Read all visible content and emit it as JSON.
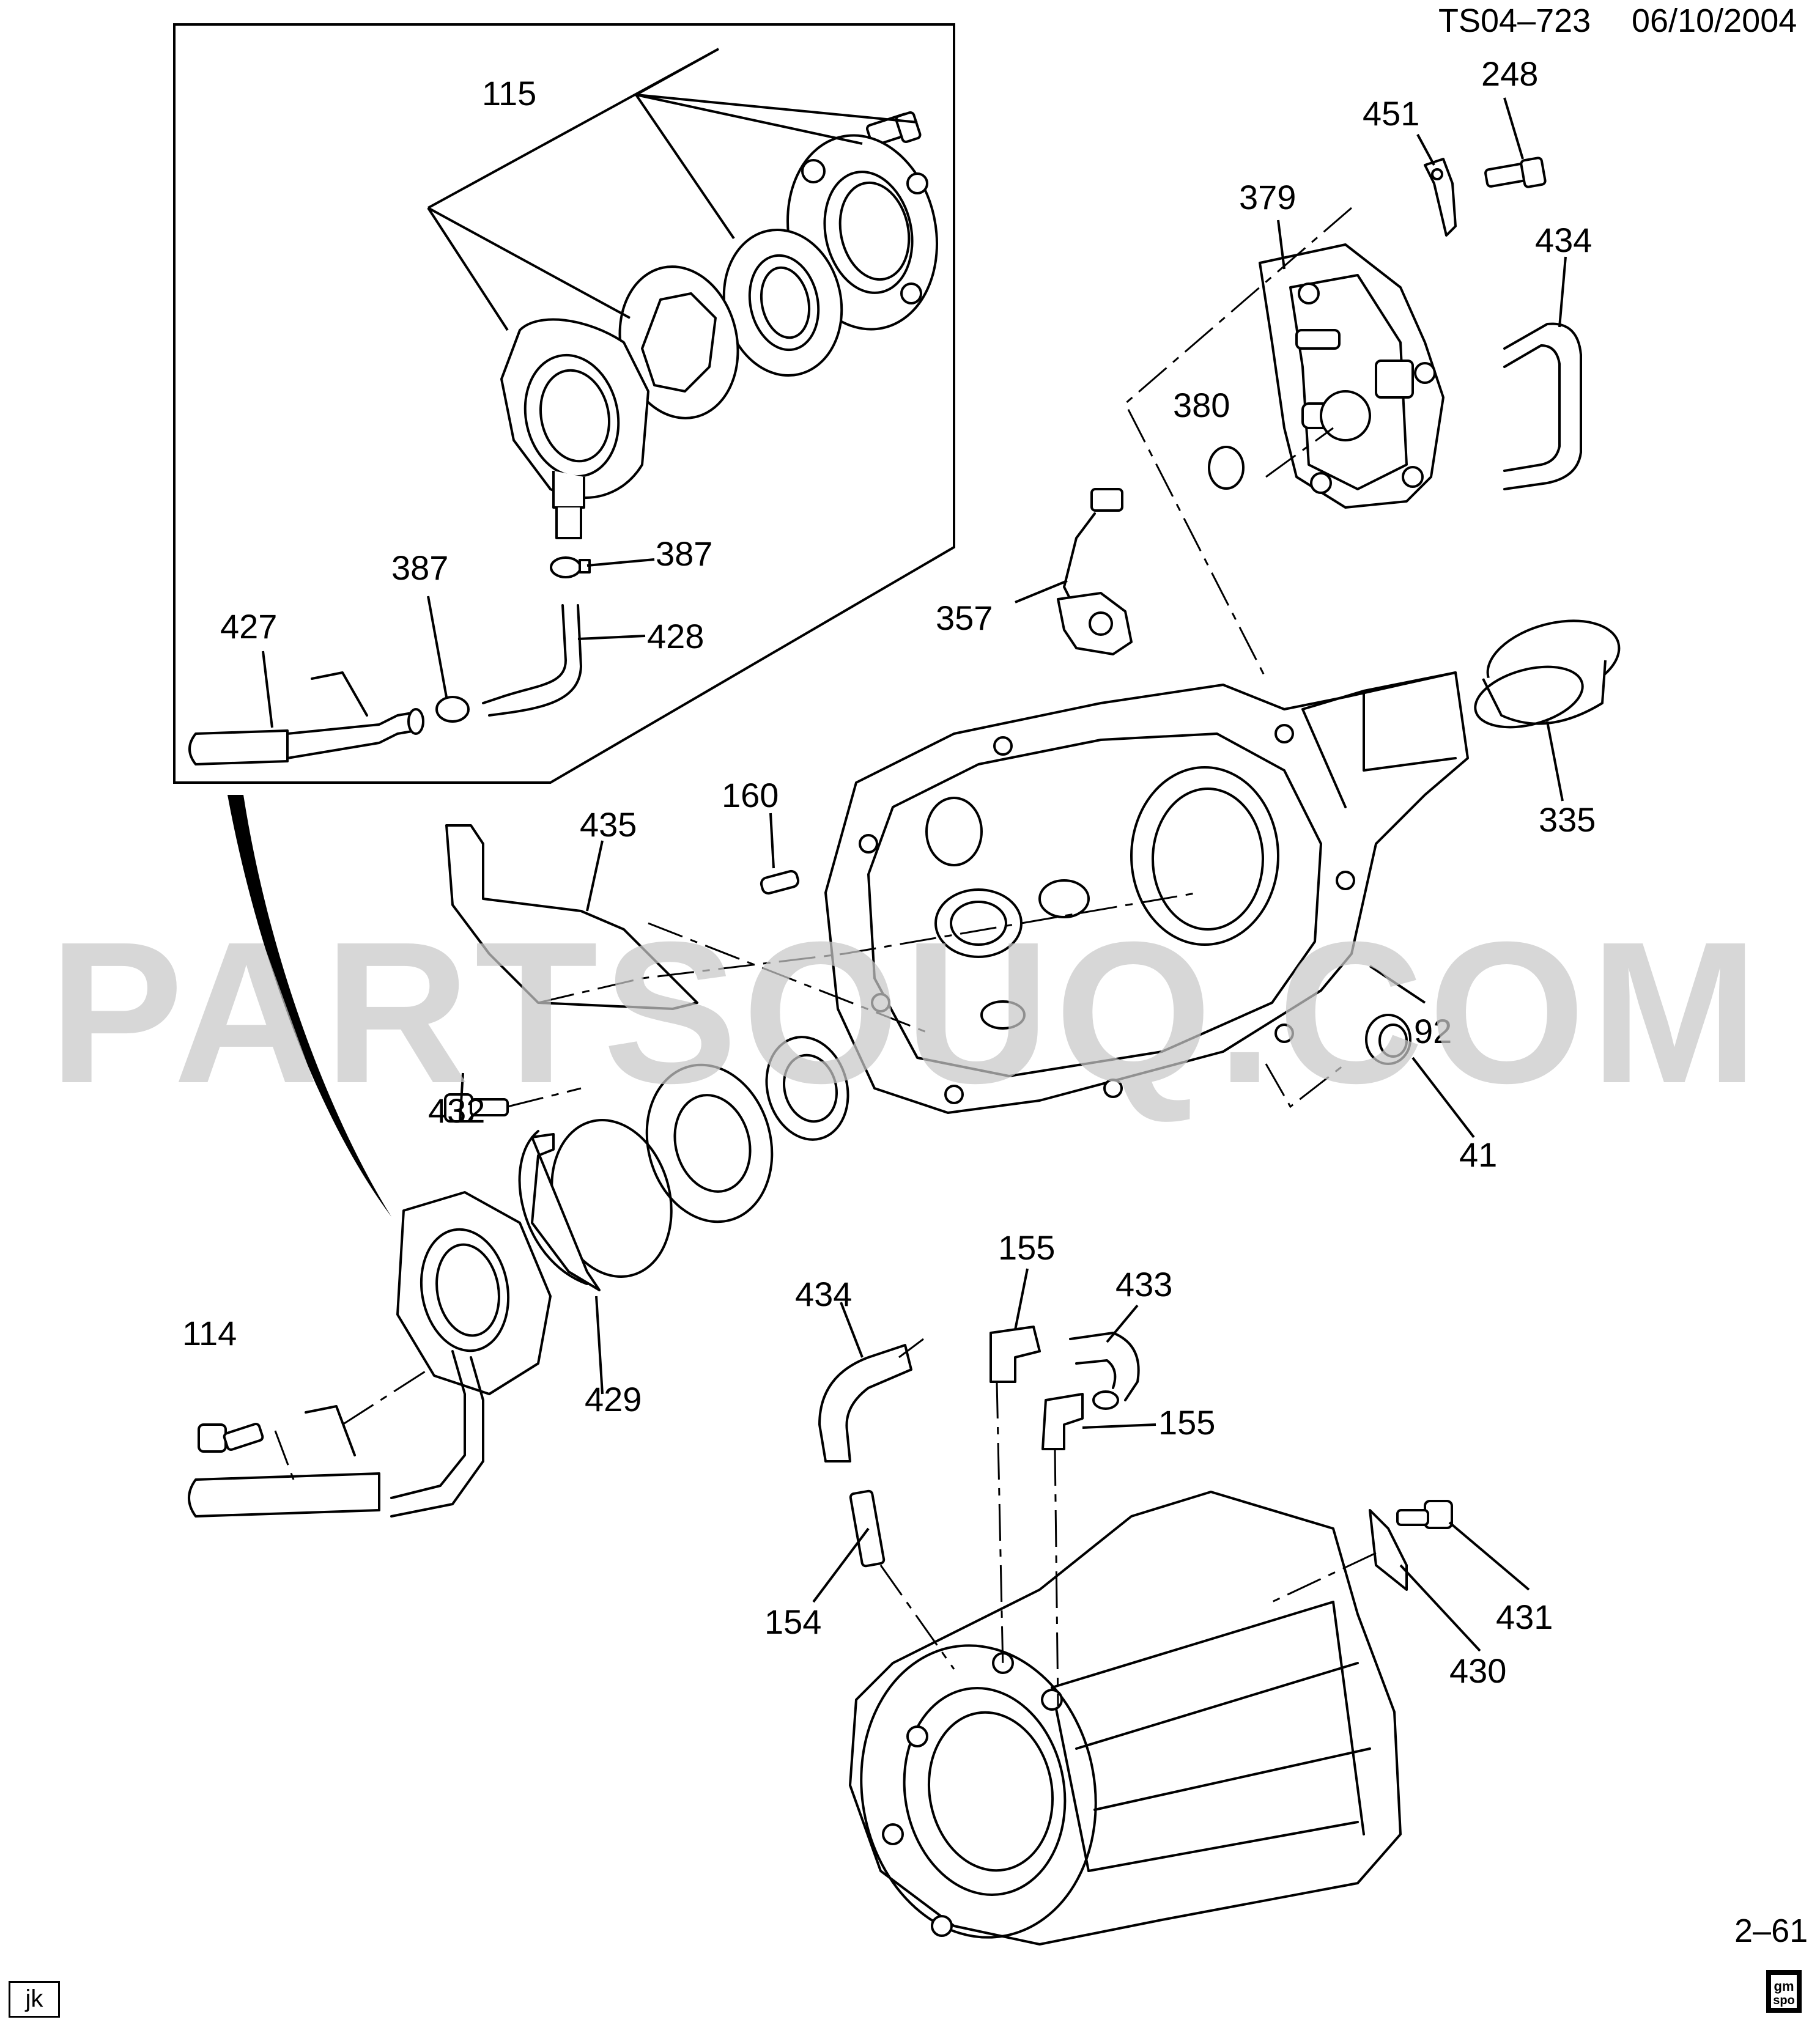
{
  "header": {
    "drawing_id": "TS04–723",
    "date": "06/10/2004"
  },
  "page_number": "2–61",
  "watermark": "PARTSOUQ.COM",
  "corner_tag": "jk",
  "logo": {
    "line1": "gm",
    "line2": "spo"
  },
  "callouts": [
    {
      "id": "c115",
      "text": "115"
    },
    {
      "id": "c248",
      "text": "248"
    },
    {
      "id": "c451",
      "text": "451"
    },
    {
      "id": "c379",
      "text": "379"
    },
    {
      "id": "c434a",
      "text": "434"
    },
    {
      "id": "c380",
      "text": "380"
    },
    {
      "id": "c387a",
      "text": "387"
    },
    {
      "id": "c387b",
      "text": "387"
    },
    {
      "id": "c427",
      "text": "427"
    },
    {
      "id": "c428",
      "text": "428"
    },
    {
      "id": "c357",
      "text": "357"
    },
    {
      "id": "c335",
      "text": "335"
    },
    {
      "id": "c160",
      "text": "160"
    },
    {
      "id": "c435",
      "text": "435"
    },
    {
      "id": "c92",
      "text": "92"
    },
    {
      "id": "c432",
      "text": "432"
    },
    {
      "id": "c41",
      "text": "41"
    },
    {
      "id": "c155a",
      "text": "155"
    },
    {
      "id": "c434b",
      "text": "434"
    },
    {
      "id": "c433",
      "text": "433"
    },
    {
      "id": "c114",
      "text": "114"
    },
    {
      "id": "c429",
      "text": "429"
    },
    {
      "id": "c155b",
      "text": "155"
    },
    {
      "id": "c431",
      "text": "431"
    },
    {
      "id": "c154",
      "text": "154"
    },
    {
      "id": "c430",
      "text": "430"
    }
  ]
}
